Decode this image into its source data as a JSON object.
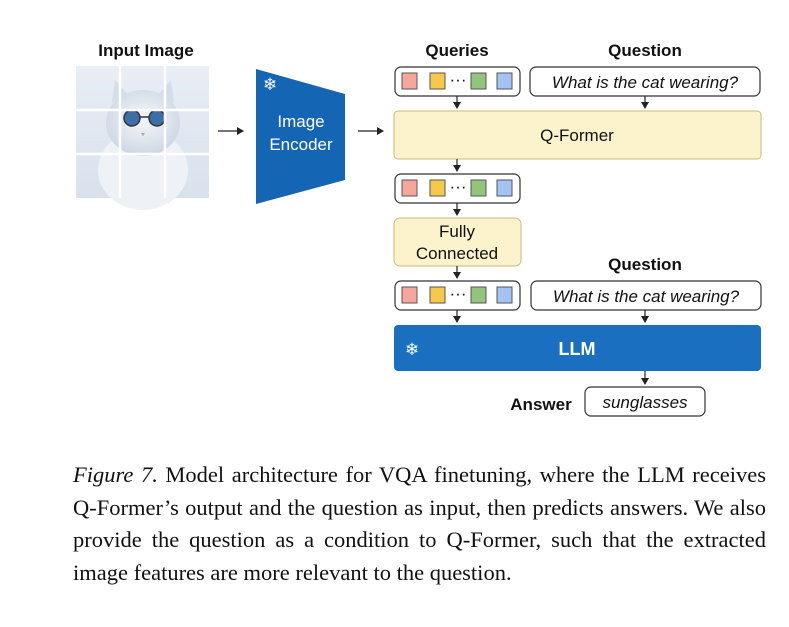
{
  "labels": {
    "input_image": "Input Image",
    "image_encoder_line1": "Image",
    "image_encoder_line2": "Encoder",
    "queries": "Queries",
    "question_top": "Question",
    "question_text_top": "What is the cat wearing?",
    "qformer": "Q-Former",
    "fully_connected_line1": "Fully",
    "fully_connected_line2": "Connected",
    "question_mid": "Question",
    "question_text_mid": "What is the cat wearing?",
    "llm": "LLM",
    "answer": "Answer",
    "answer_text": "sunglasses",
    "ellipsis": "···",
    "frozen_symbol": "❄"
  },
  "colors": {
    "encoder_blue": "#1565b5",
    "llm_blue": "#1a6fc0",
    "qformer_fill": "#fcf3cc",
    "qformer_border": "#c9b97a",
    "token_red": "#f4a79a",
    "token_yellow": "#f7c94b",
    "token_green": "#93c47d",
    "token_blue": "#a4c2f4"
  },
  "caption": {
    "figure_label": "Figure 7.",
    "text": " Model architecture for VQA finetuning, where the LLM receives Q-Former’s output and the question as input, then predicts answers. We also provide the question as a condition to Q-Former, such that the extracted image features are more relevant to the question."
  }
}
